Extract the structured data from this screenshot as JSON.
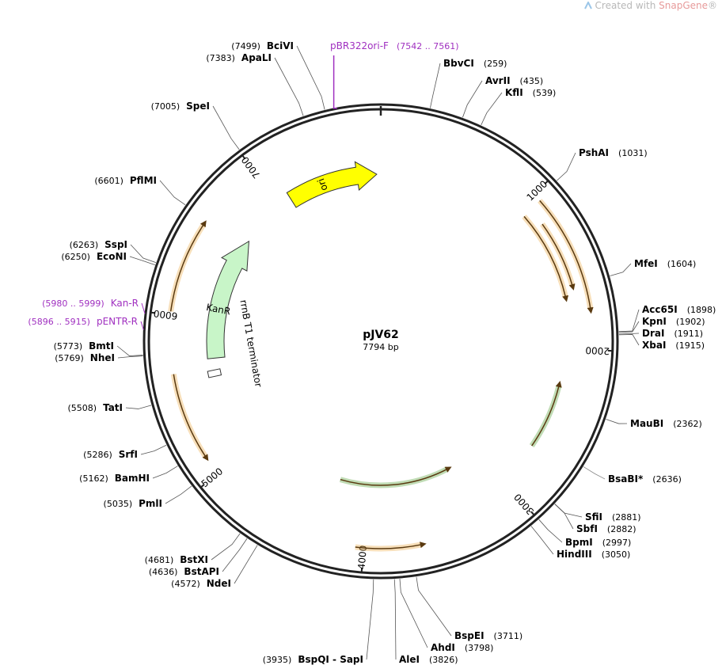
{
  "watermark": {
    "prefix": "Created with ",
    "brand": "SnapGene",
    "suffix": "®"
  },
  "plasmid": {
    "name": "pJV62",
    "length_label": "7794 bp",
    "length": 7794
  },
  "ticks": [
    {
      "pos": 1000,
      "label": "1000"
    },
    {
      "pos": 2000,
      "label": "2000"
    },
    {
      "pos": 3000,
      "label": "3000"
    },
    {
      "pos": 4000,
      "label": "4000"
    },
    {
      "pos": 5000,
      "label": "5000"
    },
    {
      "pos": 6000,
      "label": "6000"
    },
    {
      "pos": 7000,
      "label": "7000"
    }
  ],
  "sites": [
    {
      "name": "BbvCI",
      "pos": "(259)",
      "bp": 259
    },
    {
      "name": "AvrII",
      "pos": "(435)",
      "bp": 435
    },
    {
      "name": "KflI",
      "pos": "(539)",
      "bp": 539
    },
    {
      "name": "PshAI",
      "pos": "(1031)",
      "bp": 1031
    },
    {
      "name": "MfeI",
      "pos": "(1604)",
      "bp": 1604
    },
    {
      "name": "Acc65I",
      "pos": "(1898)",
      "bp": 1898
    },
    {
      "name": "KpnI",
      "pos": "(1902)",
      "bp": 1902
    },
    {
      "name": "DraI",
      "pos": "(1911)",
      "bp": 1911
    },
    {
      "name": "XbaI",
      "pos": "(1915)",
      "bp": 1915
    },
    {
      "name": "MauBI",
      "pos": "(2362)",
      "bp": 2362
    },
    {
      "name": "BsaBI*",
      "pos": "(2636)",
      "bp": 2636,
      "muted": true
    },
    {
      "name": "SfiI",
      "pos": "(2881)",
      "bp": 2881
    },
    {
      "name": "SbfI",
      "pos": "(2882)",
      "bp": 2882
    },
    {
      "name": "BpmI",
      "pos": "(2997)",
      "bp": 2997
    },
    {
      "name": "HindIII",
      "pos": "(3050)",
      "bp": 3050
    },
    {
      "name": "BspEI",
      "pos": "(3711)",
      "bp": 3711
    },
    {
      "name": "AhdI",
      "pos": "(3798)",
      "bp": 3798
    },
    {
      "name": "AleI",
      "pos": "(3826)",
      "bp": 3826
    },
    {
      "name": "BspQI - SapI",
      "pos": "(3935)",
      "bp": 3935
    },
    {
      "name": "NdeI",
      "pos": "(4572)",
      "bp": 4572
    },
    {
      "name": "BstAPI",
      "pos": "(4636)",
      "bp": 4636
    },
    {
      "name": "BstXI",
      "pos": "(4681)",
      "bp": 4681
    },
    {
      "name": "PmlI",
      "pos": "(5035)",
      "bp": 5035
    },
    {
      "name": "BamHI",
      "pos": "(5162)",
      "bp": 5162
    },
    {
      "name": "SrfI",
      "pos": "(5286)",
      "bp": 5286
    },
    {
      "name": "TatI",
      "pos": "(5508)",
      "bp": 5508
    },
    {
      "name": "NheI",
      "pos": "(5769)",
      "bp": 5769
    },
    {
      "name": "BmtI",
      "pos": "(5773)",
      "bp": 5773
    },
    {
      "name": "EcoNI",
      "pos": "(6250)",
      "bp": 6250
    },
    {
      "name": "SspI",
      "pos": "(6263)",
      "bp": 6263
    },
    {
      "name": "PflMI",
      "pos": "(6601)",
      "bp": 6601
    },
    {
      "name": "SpeI",
      "pos": "(7005)",
      "bp": 7005
    },
    {
      "name": "ApaLI",
      "pos": "(7383)",
      "bp": 7383
    },
    {
      "name": "BciVI",
      "pos": "(7499)",
      "bp": 7499
    }
  ],
  "primers": [
    {
      "name": "pBR322ori-F",
      "pos": "(7542 .. 7561)",
      "bp": 7551
    },
    {
      "name": "Kan-R",
      "pos": "(5980 .. 5999)",
      "bp": 5990
    },
    {
      "name": "pENTR-R",
      "pos": "(5896 .. 5915)",
      "bp": 5905
    }
  ],
  "features": [
    {
      "name": "ori",
      "label": "ori",
      "color": "#ffff00"
    },
    {
      "name": "KanR",
      "label": "KanR",
      "color": "#c8f5c8"
    },
    {
      "name": "rrnB T1 terminator",
      "label": "rrnB T1 terminator",
      "color": "#ffffff"
    }
  ],
  "colors": {
    "orf_orange": "#e8a23a",
    "orf_green": "#4a9a2a",
    "primer": "#a030c0",
    "muted_site": "#888888",
    "backbone": "#222222"
  }
}
